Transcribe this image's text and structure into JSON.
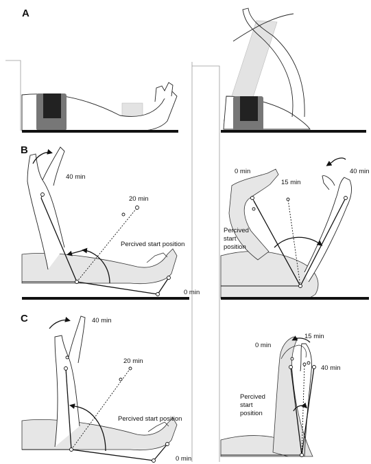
{
  "panels": {
    "a": {
      "letter": "A"
    },
    "b": {
      "letter": "B",
      "left": {
        "time_40": "40 min",
        "time_20": "20 min",
        "time_0": "0 min",
        "perceived": "Percived start position"
      },
      "right": {
        "time_0": "0 min",
        "time_15": "15 min",
        "time_40": "40 min",
        "perceived_1": "Percived",
        "perceived_2": "start",
        "perceived_3": "position"
      }
    },
    "c": {
      "letter": "C",
      "left": {
        "time_40": "40 min",
        "time_20": "20 min",
        "time_0": "0 min",
        "perceived": "Percived start position"
      },
      "right": {
        "time_0": "0 min",
        "time_15": "15 min",
        "time_40": "40 min",
        "perceived_1": "Percived",
        "perceived_2": "start",
        "perceived_3": "position"
      }
    }
  },
  "colors": {
    "limb_fill": "#e6e6e6",
    "ghost_fill": "#d9d9d9",
    "cuff_outer": "#777777",
    "cuff_inner": "#222222",
    "line": "#111111"
  }
}
